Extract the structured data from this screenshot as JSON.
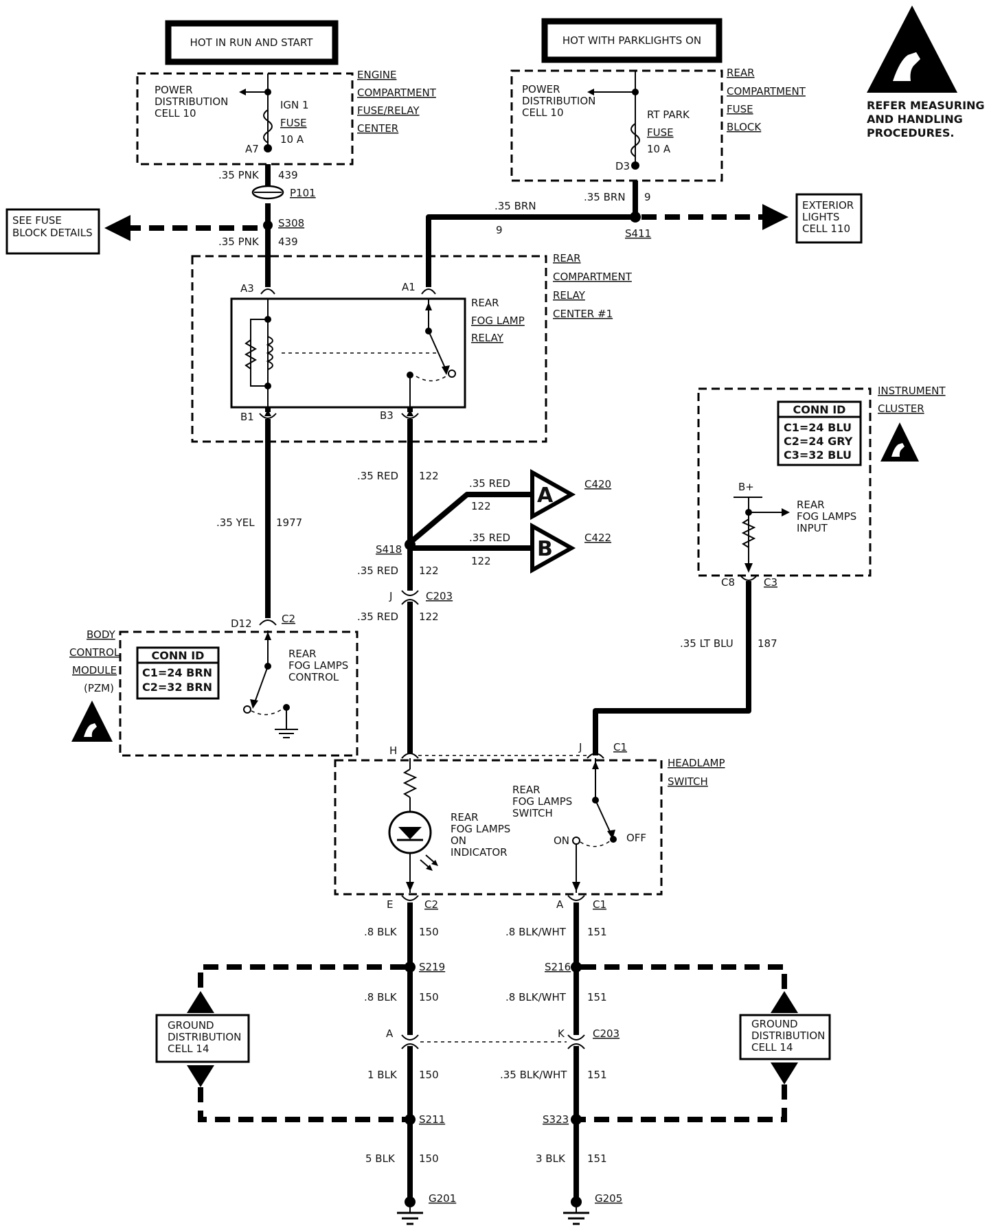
{
  "headers": {
    "hot_run_start": "HOT IN RUN AND START",
    "hot_parklights": "HOT WITH PARKLIGHTS ON"
  },
  "esd_notice": [
    "REFER MEASURING",
    "AND HANDLING",
    "PROCEDURES."
  ],
  "engine_fuse_center": {
    "label": [
      "ENGINE",
      "COMPARTMENT",
      "FUSE/RELAY",
      "CENTER"
    ],
    "power_dist": [
      "POWER",
      "DISTRIBUTION",
      "CELL 10"
    ],
    "fuse": [
      "IGN 1",
      "FUSE",
      "10 A"
    ],
    "pin": "A7"
  },
  "rear_fuse_block": {
    "label": [
      "REAR",
      "COMPARTMENT",
      "FUSE",
      "BLOCK"
    ],
    "power_dist": [
      "POWER",
      "DISTRIBUTION",
      "CELL 10"
    ],
    "fuse": [
      "RT PARK",
      "FUSE",
      "10 A"
    ],
    "pin": "D3"
  },
  "wires": {
    "pnk_top": {
      "gauge": ".35 PNK",
      "circuit": "439"
    },
    "pnk_bottom": {
      "gauge": ".35 PNK",
      "circuit": "439"
    },
    "brn_vertical": {
      "gauge": ".35 BRN",
      "circuit": "9"
    },
    "brn_horizontal": {
      "gauge": ".35 BRN",
      "circuit": "9"
    },
    "yel": {
      "gauge": ".35 YEL",
      "circuit": "1977"
    },
    "red_upper": {
      "gauge": ".35 RED",
      "circuit": "122"
    },
    "red_a": {
      "gauge": ".35 RED",
      "circuit": "122"
    },
    "red_b": {
      "gauge": ".35 RED",
      "circuit": "122"
    },
    "red_mid": {
      "gauge": ".35 RED",
      "circuit": "122"
    },
    "red_lower": {
      "gauge": ".35 RED",
      "circuit": "122"
    },
    "lt_blu": {
      "gauge": ".35 LT BLU",
      "circuit": "187"
    },
    "blk_150_1": {
      "gauge": ".8 BLK",
      "circuit": "150"
    },
    "blk_150_2": {
      "gauge": ".8 BLK",
      "circuit": "150"
    },
    "blk_150_3": {
      "gauge": "1 BLK",
      "circuit": "150"
    },
    "blk_150_4": {
      "gauge": "5 BLK",
      "circuit": "150"
    },
    "bw_151_1": {
      "gauge": ".8 BLK/WHT",
      "circuit": "151"
    },
    "bw_151_2": {
      "gauge": ".8 BLK/WHT",
      "circuit": "151"
    },
    "bw_151_3": {
      "gauge": ".35 BLK/WHT",
      "circuit": "151"
    },
    "bw_151_4": {
      "gauge": "3 BLK",
      "circuit": "151"
    }
  },
  "splices": {
    "p101": "P101",
    "s308": "S308",
    "s411": "S411",
    "s418": "S418",
    "s219": "S219",
    "s216": "S216",
    "s211": "S211",
    "s323": "S323"
  },
  "grounds": {
    "g201": "G201",
    "g205": "G205"
  },
  "see_fuse_block": [
    "SEE FUSE",
    "BLOCK DETAILS"
  ],
  "exterior_lights": [
    "EXTERIOR",
    "LIGHTS",
    "CELL 110"
  ],
  "relay_center": {
    "label": [
      "REAR",
      "COMPARTMENT",
      "RELAY",
      "CENTER #1"
    ],
    "relay_name": [
      "REAR",
      "FOG LAMP",
      "RELAY"
    ],
    "pins": {
      "a3": "A3",
      "a1": "A1",
      "b1": "B1",
      "b3": "B3"
    }
  },
  "connectors": {
    "a": {
      "letter": "A",
      "id": "C420"
    },
    "b": {
      "letter": "B",
      "id": "C422"
    },
    "c203_top": {
      "pin": "J",
      "id": "C203"
    },
    "c203_a": "A",
    "c203_k": {
      "pin": "K",
      "id": "C203"
    }
  },
  "instrument_cluster": {
    "label": [
      "INSTRUMENT",
      "CLUSTER"
    ],
    "conn_id_title": "CONN ID",
    "conn_ids": [
      "C1=24 BLU",
      "C2=24 GRY",
      "C3=32 BLU"
    ],
    "bplus": "B+",
    "input": [
      "REAR",
      "FOG LAMPS",
      "INPUT"
    ],
    "pin": "C8",
    "conn": "C3"
  },
  "bcm": {
    "label": [
      "BODY",
      "CONTROL",
      "MODULE",
      "(PZM)"
    ],
    "conn_id_title": "CONN ID",
    "conn_ids": [
      "C1=24 BRN",
      "C2=32 BRN"
    ],
    "control": [
      "REAR",
      "FOG LAMPS",
      "CONTROL"
    ],
    "pin": "D12",
    "conn": "C2"
  },
  "headlamp_switch": {
    "label": [
      "HEADLAMP",
      "SWITCH"
    ],
    "indicator": [
      "REAR",
      "FOG LAMPS",
      "ON",
      "INDICATOR"
    ],
    "switch": [
      "REAR",
      "FOG LAMPS",
      "SWITCH"
    ],
    "on": "ON",
    "off": "OFF",
    "pin_h": "H",
    "pin_j": "J",
    "conn_j": "C1",
    "pin_e": "E",
    "conn_e": "C2",
    "pin_a": "A",
    "conn_a": "C1"
  },
  "ground_dist": [
    "GROUND",
    "DISTRIBUTION",
    "CELL 14"
  ]
}
